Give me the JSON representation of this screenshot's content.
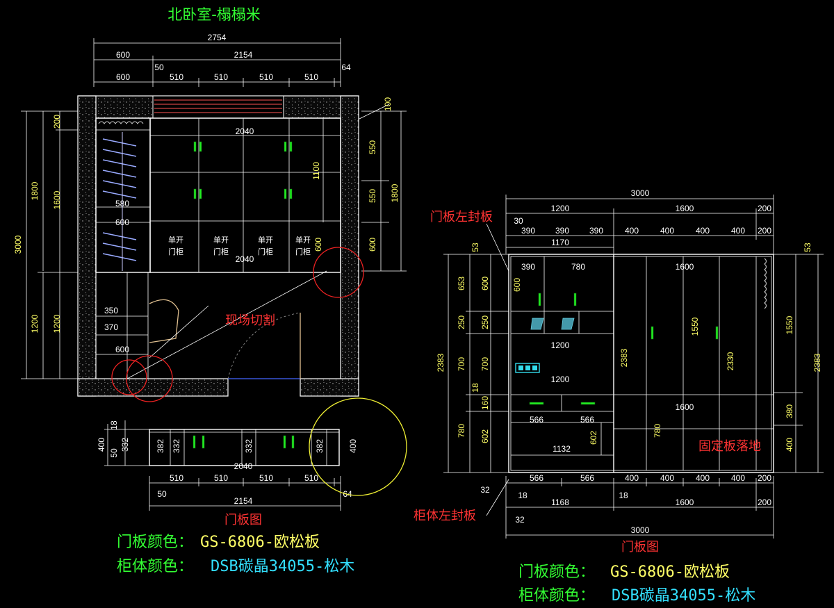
{
  "left_plan": {
    "title": "北卧室-榻榻米",
    "top_dims": [
      "2754",
      "600",
      "2154",
      "600",
      "50",
      "510",
      "510",
      "510",
      "510",
      "64"
    ],
    "left_dims": [
      "3000",
      "1800",
      "1600",
      "200",
      "1200",
      "1200"
    ],
    "right_dims": [
      "100",
      "550",
      "550",
      "600",
      "1800",
      "1100"
    ],
    "inner_dims": [
      "2040",
      "580",
      "600",
      "600",
      "2040",
      "350",
      "370",
      "600"
    ],
    "cabinet_labels": [
      "单开",
      "门柜",
      "单开",
      "门柜",
      "单开",
      "门柜",
      "单开",
      "门柜"
    ],
    "site_cut_note": "现场切割"
  },
  "left_door": {
    "title": "门板图",
    "side_dims": [
      "18",
      "400",
      "50",
      "332"
    ],
    "panel_dims": [
      "382",
      "332",
      "332",
      "382"
    ],
    "right_dim": "400",
    "width_dim": "2040",
    "bottom_dims": [
      "510",
      "510",
      "510",
      "510",
      "50",
      "2154",
      "64"
    ]
  },
  "left_legend": {
    "door_label": "门板颜色：",
    "door_value": "GS-6806-欧松板",
    "body_label": "柜体颜色：",
    "body_value": "DSB碳晶34055-松木"
  },
  "right_elev": {
    "top_dims": [
      "3000",
      "1200",
      "1600",
      "200",
      "30",
      "390",
      "390",
      "390",
      "400",
      "400",
      "400",
      "400",
      "200",
      "1170"
    ],
    "left_note": "门板左封板",
    "left_dims": [
      "53",
      "653",
      "600",
      "250",
      "250",
      "2383",
      "700",
      "700",
      "18",
      "160",
      "780",
      "602"
    ],
    "right_dims": [
      "53",
      "1550",
      "2383",
      "380",
      "400"
    ],
    "inner_dims": [
      "390",
      "780",
      "1600",
      "600",
      "1200",
      "1200",
      "1550",
      "2383",
      "2330",
      "1600",
      "566",
      "566",
      "1132",
      "602",
      "780"
    ],
    "floor_note": "固定板落地",
    "bottom_dims": [
      "566",
      "566",
      "400",
      "400",
      "400",
      "400",
      "200",
      "32",
      "18",
      "1168",
      "18",
      "1600",
      "200",
      "32",
      "3000"
    ],
    "body_note": "柜体左封板",
    "title": "门板图"
  },
  "right_legend": {
    "door_label": "门板颜色：",
    "door_value": "GS-6806-欧松板",
    "body_label": "柜体颜色：",
    "body_value": "DSB碳晶34055-松木"
  }
}
